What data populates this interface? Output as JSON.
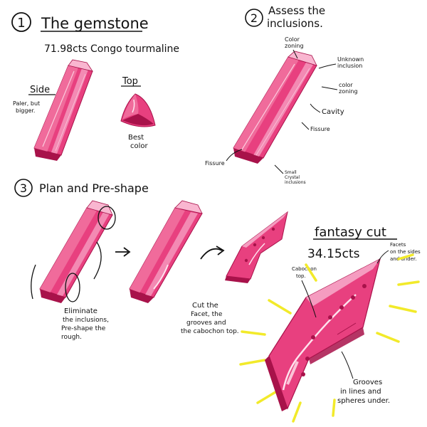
{
  "step1": {
    "number": "1",
    "title": "The gemstone",
    "subtitle": "71.98cts Congo tourmaline",
    "side_label": "Side",
    "side_note_1": "Paler, but",
    "side_note_2": "bigger.",
    "top_label": "Top",
    "best_color_1": "Best",
    "best_color_2": "color"
  },
  "step2": {
    "number": "2",
    "title_1": "Assess the",
    "title_2": "inclusions.",
    "color_zoning_a_1": "Color",
    "color_zoning_a_2": "zoning",
    "unknown_inclusion_1": "Unknown",
    "unknown_inclusion_2": "inclusion",
    "color_zoning_b_1": "color",
    "color_zoning_b_2": "zoning",
    "cavity": "Cavity",
    "fissure_a": "Fissure",
    "fissure_b": "Fissure",
    "small_crystals_1": "Small",
    "small_crystals_2": "Crystal",
    "small_crystals_3": "inclusions"
  },
  "step3": {
    "number": "3",
    "title": "Plan and Pre-shape",
    "eliminate_1": "Eliminate",
    "eliminate_2": "the inclusions,",
    "eliminate_3": "Pre-shape the",
    "eliminate_4": "rough.",
    "cut_1": "Cut the",
    "cut_2": "Facet, the",
    "cut_3": "grooves and",
    "cut_4": "the cabochon top."
  },
  "fantasy": {
    "title": "fantasy cut",
    "weight": "34.15cts",
    "facets_1": "Facets",
    "facets_2": "on the sides",
    "facets_3": "and under.",
    "cabochon_1": "Cabochon",
    "cabochon_2": "top.",
    "grooves_1": "Grooves",
    "grooves_2": "in lines and",
    "grooves_3": "spheres under."
  },
  "colors": {
    "gem_main": "#e8407f",
    "gem_light": "#f59cc0",
    "gem_dark": "#a8124a",
    "gem_highlight": "#ffe3ee",
    "rays": "#f2ea2a",
    "ink": "#111111"
  }
}
